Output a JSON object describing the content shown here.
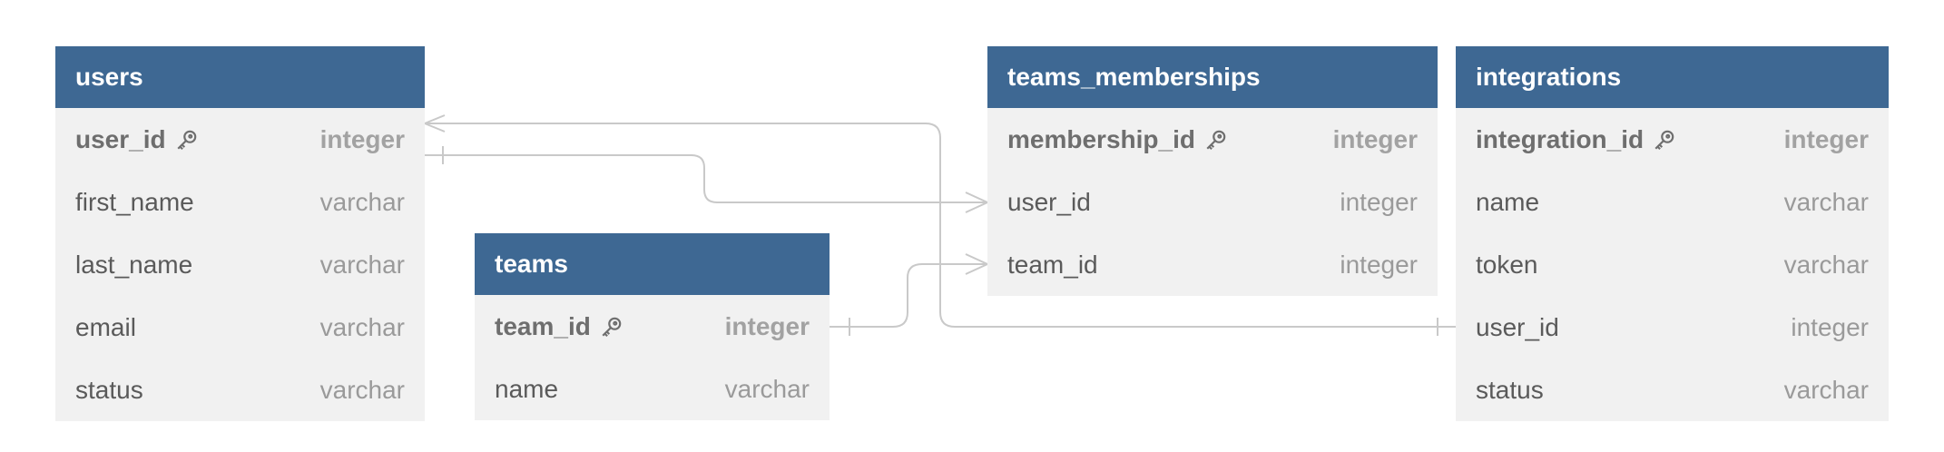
{
  "tables": {
    "users": {
      "name": "users",
      "columns": [
        {
          "name": "user_id",
          "type": "integer",
          "pk": true
        },
        {
          "name": "first_name",
          "type": "varchar"
        },
        {
          "name": "last_name",
          "type": "varchar"
        },
        {
          "name": "email",
          "type": "varchar"
        },
        {
          "name": "status",
          "type": "varchar"
        }
      ]
    },
    "teams": {
      "name": "teams",
      "columns": [
        {
          "name": "team_id",
          "type": "integer",
          "pk": true
        },
        {
          "name": "name",
          "type": "varchar"
        }
      ]
    },
    "teams_memberships": {
      "name": "teams_memberships",
      "columns": [
        {
          "name": "membership_id",
          "type": "integer",
          "pk": true
        },
        {
          "name": "user_id",
          "type": "integer"
        },
        {
          "name": "team_id",
          "type": "integer"
        }
      ]
    },
    "integrations": {
      "name": "integrations",
      "columns": [
        {
          "name": "integration_id",
          "type": "integer",
          "pk": true
        },
        {
          "name": "name",
          "type": "varchar"
        },
        {
          "name": "token",
          "type": "varchar"
        },
        {
          "name": "user_id",
          "type": "integer"
        },
        {
          "name": "status",
          "type": "varchar"
        }
      ]
    }
  },
  "relationships": [
    {
      "from": "users.user_id",
      "to": "teams_memberships.user_id",
      "from_card": "one",
      "to_card": "many"
    },
    {
      "from": "teams.team_id",
      "to": "teams_memberships.team_id",
      "from_card": "one",
      "to_card": "many"
    },
    {
      "from": "integrations.user_id",
      "to": "users.user_id",
      "from_card": "one",
      "to_card": "many"
    }
  ],
  "colors": {
    "header": "#3e6893",
    "body": "#f1f1f1",
    "connector": "#c9c9c9"
  },
  "icons": {
    "primary_key": "key-icon"
  }
}
